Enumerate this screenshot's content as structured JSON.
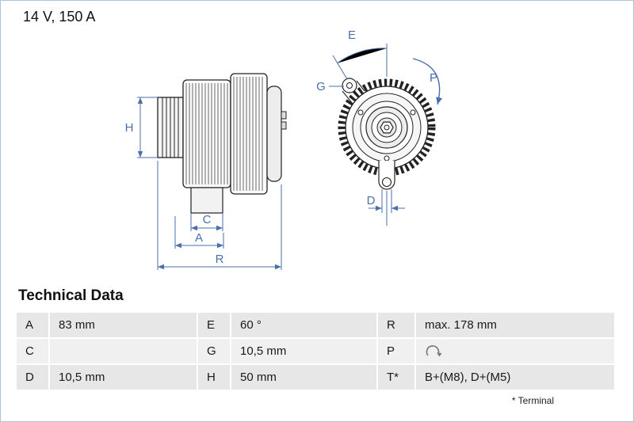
{
  "header": {
    "title": "14 V, 150 A"
  },
  "diagram": {
    "labels": {
      "H": "H",
      "C": "C",
      "A": "A",
      "R": "R",
      "E": "E",
      "G": "G",
      "P": "P",
      "D": "D"
    },
    "dimension_color": "#4a6fae",
    "drawing_color": "#222222"
  },
  "technical_data": {
    "heading": "Technical Data",
    "rows": [
      {
        "c1": {
          "k": "A",
          "v": "83 mm"
        },
        "c2": {
          "k": "E",
          "v": "60 °"
        },
        "c3": {
          "k": "R",
          "v": "max. 178 mm"
        }
      },
      {
        "c1": {
          "k": "C",
          "v": ""
        },
        "c2": {
          "k": "G",
          "v": "10,5 mm"
        },
        "c3": {
          "k": "P",
          "v": "",
          "icon": "rotation-clockwise-icon"
        }
      },
      {
        "c1": {
          "k": "D",
          "v": "10,5 mm"
        },
        "c2": {
          "k": "H",
          "v": "50 mm"
        },
        "c3": {
          "k": "T*",
          "v": "B+(M8), D+(M5)"
        }
      }
    ],
    "footnote": "* Terminal"
  },
  "colors": {
    "frame_border": "#a9c6dc",
    "row_dark": "#e7e7e7",
    "row_light": "#f0f0f0",
    "text": "#1a1a1a"
  }
}
